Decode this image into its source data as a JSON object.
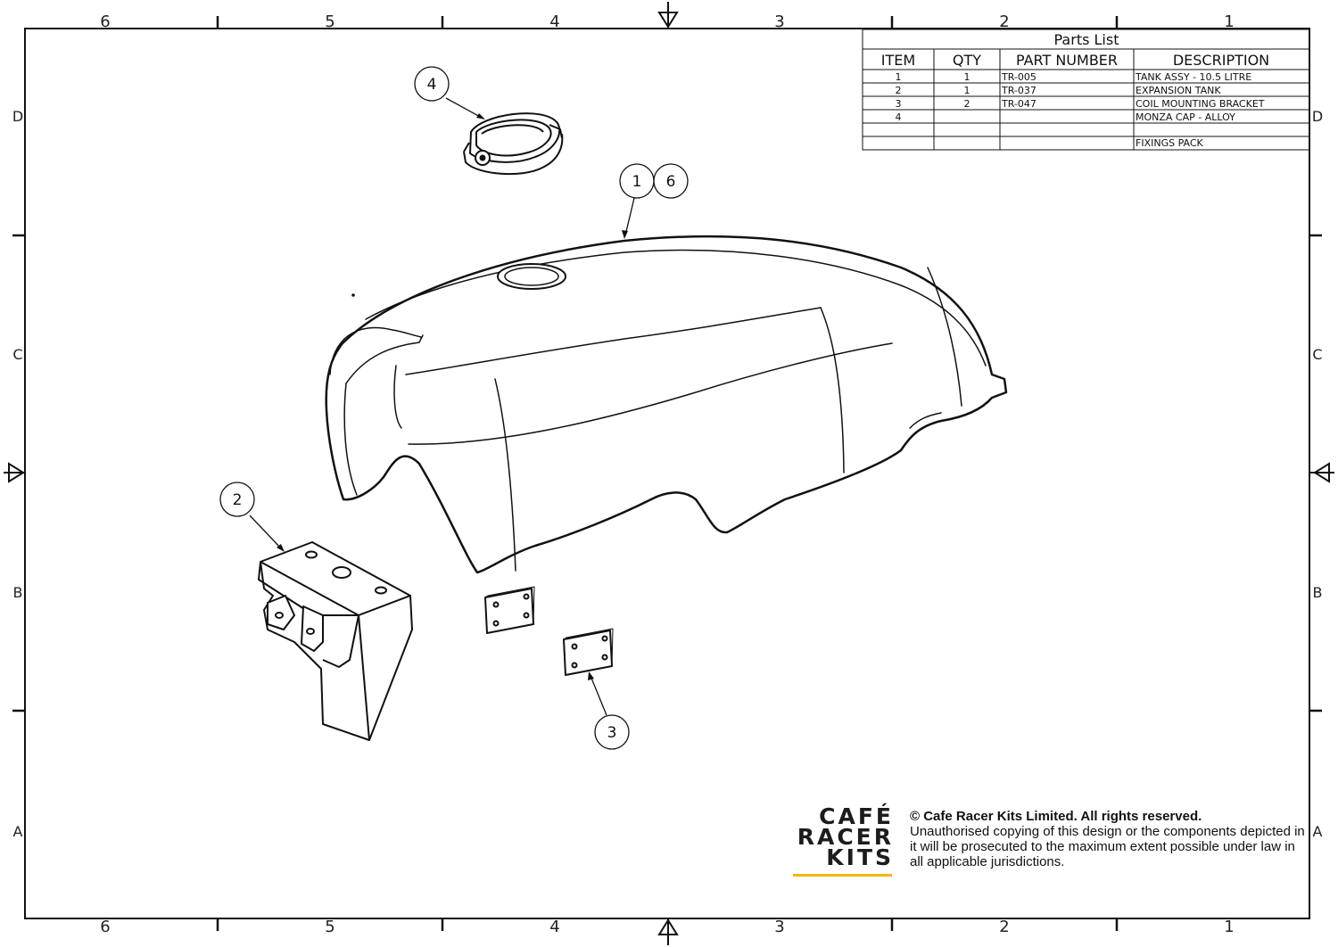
{
  "frame": {
    "zones_top": [
      "6",
      "5",
      "4",
      "3",
      "2",
      "1"
    ],
    "zones_bottom": [
      "6",
      "5",
      "4",
      "3",
      "2",
      "1"
    ],
    "rows_left": [
      "D",
      "C",
      "B",
      "A"
    ],
    "rows_right": [
      "D",
      "C",
      "B",
      "A"
    ]
  },
  "parts_list": {
    "title": "Parts List",
    "headers": [
      "ITEM",
      "QTY",
      "PART NUMBER",
      "DESCRIPTION"
    ],
    "rows": [
      [
        "1",
        "1",
        "TR-005",
        "TANK ASSY - 10.5 LITRE"
      ],
      [
        "2",
        "1",
        "TR-037",
        "EXPANSION TANK"
      ],
      [
        "3",
        "2",
        "TR-047",
        "COIL MOUNTING BRACKET"
      ],
      [
        "4",
        "",
        "",
        "MONZA CAP - ALLOY"
      ],
      [
        "",
        "",
        "",
        ""
      ],
      [
        "",
        "",
        "",
        "FIXINGS PACK"
      ]
    ]
  },
  "balloons": {
    "b4": "4",
    "b1": "1",
    "b6": "6",
    "b2": "2",
    "b3": "3"
  },
  "branding": {
    "logo_line1": "CAFÉ",
    "logo_line2": "RACER",
    "logo_line3": "KITS",
    "accent_color": "#f2b705",
    "copyright": "© Cafe Racer Kits Limited. All rights reserved.",
    "notice": "Unauthorised copying of this design or the components depicted in it will be prosecuted to the maximum extent possible under law in all applicable jurisdictions."
  }
}
